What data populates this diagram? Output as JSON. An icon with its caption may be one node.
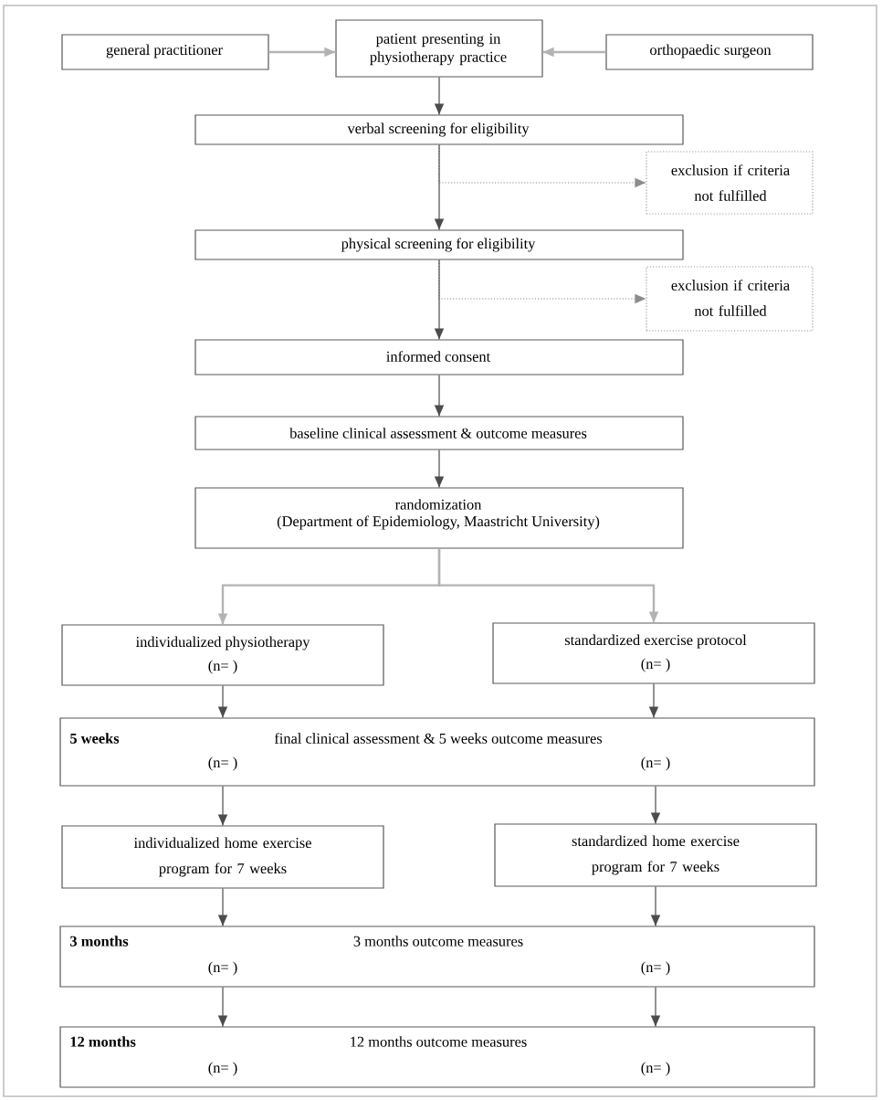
{
  "diagram": {
    "nodes": [
      {
        "text": [
          "general practitioner"
        ]
      },
      {
        "text": [
          "patient presenting in physiotherapy practice"
        ]
      },
      {
        "text": [
          "orthopaedic surgeon"
        ]
      },
      {
        "text": [
          "verbal screening for eligibility"
        ]
      },
      {
        "text": [
          "exclusion if criteria not fulfilled"
        ]
      },
      {
        "text": [
          "physical screening for eligibility"
        ]
      },
      {
        "text": [
          "exclusion if criteria not fulfilled"
        ]
      },
      {
        "text": [
          "informed consent"
        ]
      },
      {
        "text": [
          "baseline clinical assessment & outcome measures"
        ]
      },
      {
        "text": [
          "randomization",
          "(Department of Epidemiology, Maastricht University)"
        ]
      },
      {
        "text": [
          "individualized physiotherapy",
          "(n= )"
        ]
      },
      {
        "text": [
          "standardized exercise protocol",
          "(n= )"
        ]
      },
      {
        "text": [
          "5 weeks",
          "final clinical assessment & 5 weeks outcome measures",
          "(n= )",
          "(n= )"
        ]
      },
      {
        "text": [
          "individualized home exercise program for 7 weeks"
        ]
      },
      {
        "text": [
          "standardized home exercise program for 7 weeks"
        ]
      },
      {
        "text": [
          "3 months",
          "3 months outcome measures",
          "(n= )",
          "(n= )"
        ]
      },
      {
        "text": [
          "12 months",
          "12 months outcome measures",
          "(n= )",
          "(n= )"
        ]
      }
    ],
    "edges": [
      {
        "from": 0,
        "to": 1,
        "arrow": "to",
        "color": "#b3b3b3"
      },
      {
        "from": 2,
        "to": 1,
        "arrow": "to",
        "color": "#b3b3b3"
      },
      {
        "from": 1,
        "to": 3,
        "arrow": "to"
      },
      {
        "from": 3,
        "to": 5,
        "arrow": "to"
      },
      {
        "from": 3,
        "to": 4,
        "arrow": "to",
        "style": "dashed"
      },
      {
        "from": 5,
        "to": 7,
        "arrow": "to"
      },
      {
        "from": 5,
        "to": 6,
        "arrow": "to",
        "style": "dashed"
      },
      {
        "from": 7,
        "to": 8,
        "arrow": "to"
      },
      {
        "from": 8,
        "to": 9,
        "arrow": "to"
      },
      {
        "from": 9,
        "to": 10,
        "arrow": "to",
        "color": "#b3b3b3"
      },
      {
        "from": 9,
        "to": 11,
        "arrow": "to",
        "color": "#b3b3b3"
      },
      {
        "from": 10,
        "to": 12,
        "arrow": "to"
      },
      {
        "from": 11,
        "to": 12,
        "arrow": "to"
      },
      {
        "from": 12,
        "to": 13,
        "arrow": "to"
      },
      {
        "from": 12,
        "to": 14,
        "arrow": "to"
      },
      {
        "from": 13,
        "to": 15,
        "arrow": "to"
      },
      {
        "from": 14,
        "to": 15,
        "arrow": "to"
      },
      {
        "from": 15,
        "to": 16,
        "arrow": "to"
      },
      {
        "from": 15,
        "to": 16,
        "arrow": "to"
      }
    ]
  }
}
